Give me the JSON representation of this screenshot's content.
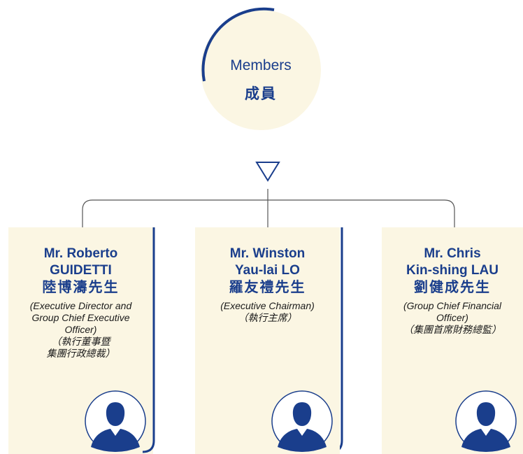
{
  "root": {
    "label_en": "Members",
    "label_zh": "成員"
  },
  "colors": {
    "accent": "#1a3e8c",
    "card_bg": "#fbf6e3",
    "connector": "#555555"
  },
  "members": [
    {
      "name_line1": "Mr. Roberto",
      "name_line2": "GUIDETTI",
      "name_zh": "陸博濤先生",
      "role_en_1": "(Executive Director and",
      "role_en_2": "Group Chief Executive",
      "role_en_3": "Officer)",
      "role_zh_1": "（執行董事暨",
      "role_zh_2": "集團行政總裁）",
      "avatar_icon": "person-silhouette-icon"
    },
    {
      "name_line1": "Mr. Winston",
      "name_line2": "Yau-lai LO",
      "name_zh": "羅友禮先生",
      "role_en_1": "(Executive Chairman)",
      "role_zh_1": "（執行主席）",
      "avatar_icon": "person-silhouette-icon"
    },
    {
      "name_line1": "Mr. Chris",
      "name_line2": "Kin-shing LAU",
      "name_zh": "劉健成先生",
      "role_en_1": "(Group Chief Financial",
      "role_en_2": "Officer)",
      "role_zh_1": "（集團首席財務總監）",
      "avatar_icon": "person-silhouette-icon"
    }
  ]
}
